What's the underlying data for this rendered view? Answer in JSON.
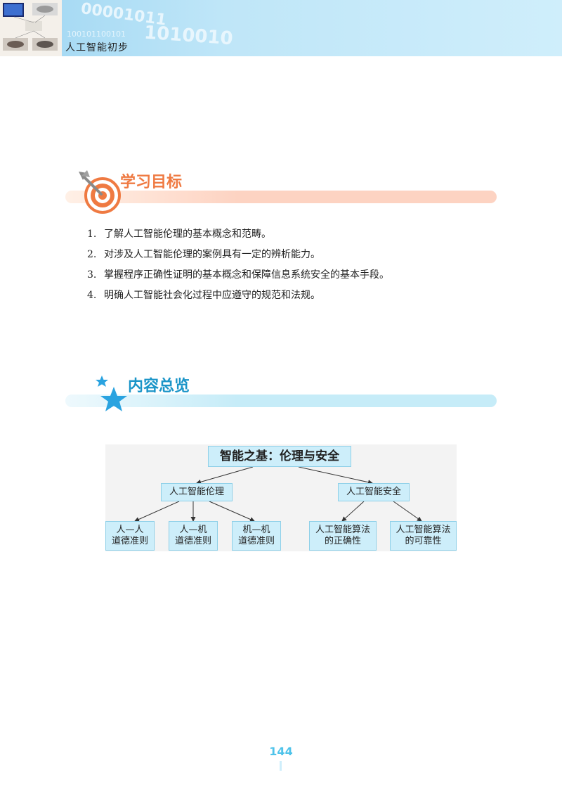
{
  "header": {
    "title": "人工智能初步",
    "watermark_digits": [
      "00001011",
      "1010010",
      "100101100101"
    ]
  },
  "goals": {
    "title": "学习目标",
    "items": [
      {
        "num": "1.",
        "text": "了解人工智能伦理的基本概念和范畴。"
      },
      {
        "num": "2.",
        "text": "对涉及人工智能伦理的案例具有一定的辨析能力。"
      },
      {
        "num": "3.",
        "text": "掌握程序正确性证明的基本概念和保障信息系统安全的基本手段。"
      },
      {
        "num": "4.",
        "text": "明确人工智能社会化过程中应遵守的规范和法规。"
      }
    ]
  },
  "overview": {
    "title": "内容总览",
    "diagram": {
      "root": "智能之基：伦理与安全",
      "branches": [
        {
          "label": "人工智能伦理",
          "children": [
            "人—人\n道德准则",
            "人—机\n道德准则",
            "机—机\n道德准则"
          ]
        },
        {
          "label": "人工智能安全",
          "children": [
            "人工智能算法\n的正确性",
            "人工智能算法\n的可靠性"
          ]
        }
      ]
    }
  },
  "footer": {
    "page_number": "144"
  },
  "colors": {
    "goals_accent": "#ef7a42",
    "overview_accent": "#1b95c8",
    "node_fill": "#cdeefa",
    "page_number": "#4fc3ea"
  }
}
